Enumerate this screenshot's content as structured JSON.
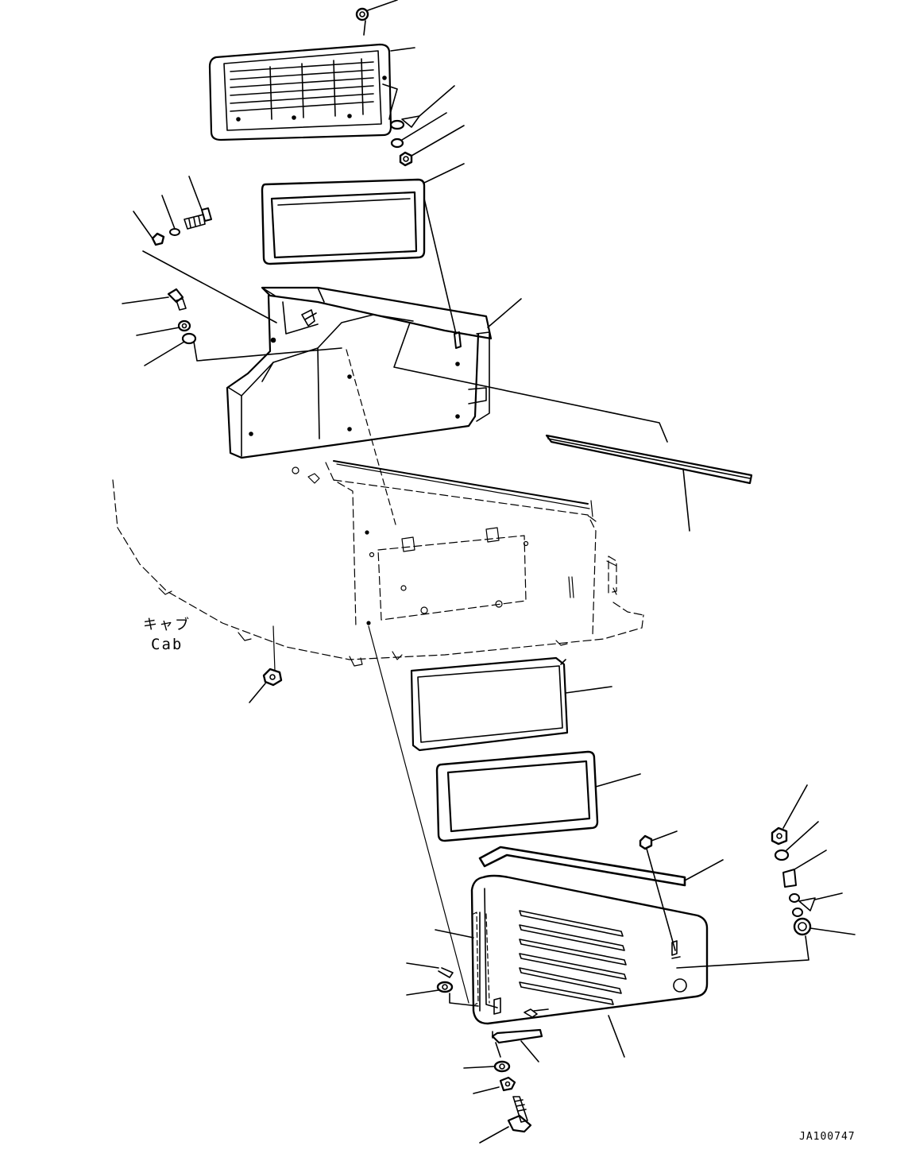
{
  "labels": {
    "cab_japanese": "キャブ",
    "cab_english": "Cab",
    "figure_number": "JA100747"
  },
  "colors": {
    "line": "#000000",
    "background": "#ffffff"
  }
}
